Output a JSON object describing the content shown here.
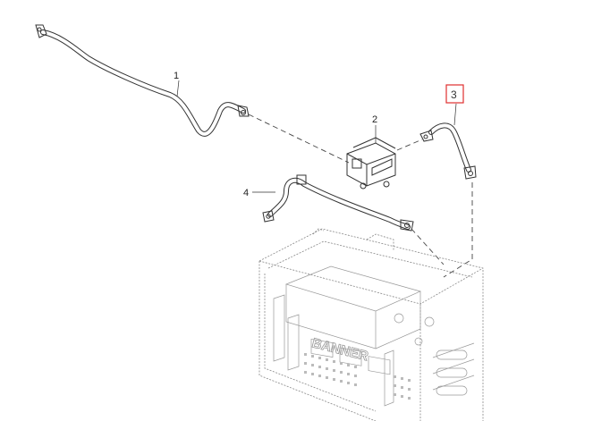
{
  "callouts": {
    "part1": "1",
    "part2": "2",
    "part3": "3",
    "part4": "4"
  },
  "highlight_color": "#e03030",
  "battery": {
    "label": "BANNER"
  }
}
